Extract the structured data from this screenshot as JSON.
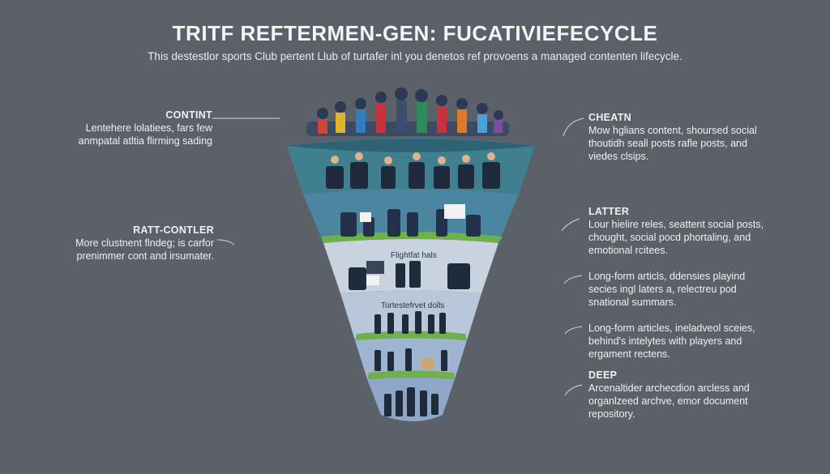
{
  "header": {
    "title": "TRITF REFTERMEN-GEN: FUCATIVIEFECYCLE",
    "subtitle": "This destestlor sports Club pertent Llub of turtafer inl you denetos ref provoens a managed contenten lifecycle."
  },
  "left_notes": [
    {
      "head": "CONTINT",
      "body": "Lentehere lolatiees, fars few\nanmpatal atltia flirming sading"
    },
    {
      "head": "RATT-CONTLER",
      "body": "More clustnent flndeg; is carfor\nprenimmer cont and irsumater."
    }
  ],
  "right_notes": [
    {
      "head": "CHEATN",
      "body": "Mow hglians content, shoursed social\nthoutidh seall posts rafle posts, and\nviedes clsips."
    },
    {
      "head": "LATTER",
      "body": "Lour hielire reles, seattent social posts,\nchought, social pocd phortaling, and\nemotional rcitees."
    },
    {
      "head": "",
      "body": "Long-form articls, ddensies playind\nsecies ingl laters a, relectreu pod\nsnational summars."
    },
    {
      "head": "",
      "body": "Long-form articles, ineladveol sceies,\nbehind's intelytes with players and\nergament rectens."
    },
    {
      "head": "DEEP",
      "body": "Arcenaltider archecdion arcless and\norganlzeed archve, emor document\nrepository."
    }
  ],
  "funnel": {
    "band_labels": [
      "Flightfat hals",
      "Tortestefrvet dolls"
    ],
    "colors": {
      "band1": "#3f7f8f",
      "band2": "#4b86a0",
      "band3": "#c9d3e0",
      "band4": "#b9c7db",
      "band5": "#9fb4d1",
      "band6": "#8ea6c8",
      "rim": "#2e6375",
      "grass": "#6fb04a"
    }
  }
}
